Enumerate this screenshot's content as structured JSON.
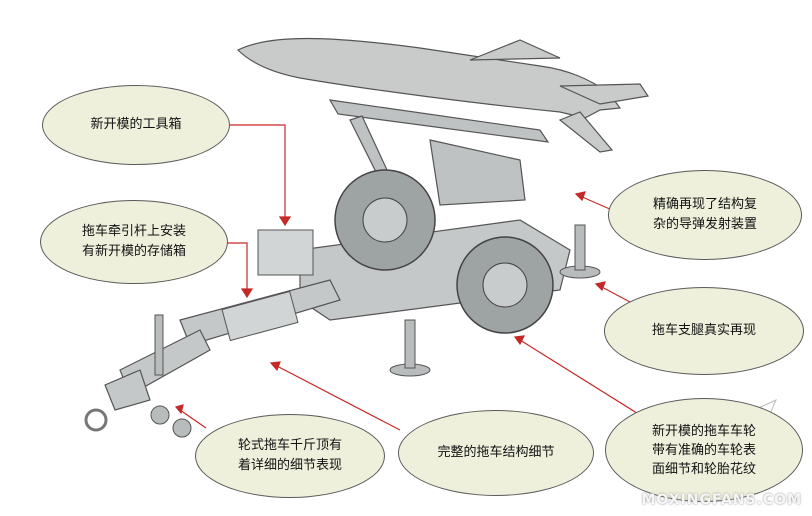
{
  "callouts": {
    "toolbox": {
      "line1": "新开模的工具箱"
    },
    "storage_box": {
      "line1": "拖车牵引杆上安装",
      "line2": "有新开模的存储箱"
    },
    "jack_detail": {
      "line1": "轮式拖车千斤顶有",
      "line2": "着详细的细节表现"
    },
    "trailer_detail": {
      "line1": "完整的拖车结构细节"
    },
    "launcher": {
      "line1": "精确再现了结构复",
      "line2": "杂的导弹发射装置"
    },
    "legs": {
      "line1": "拖车支腿真实再现"
    },
    "wheels": {
      "line1": "新开模的拖车车轮",
      "line2": "带有准确的车轮表",
      "line3": "面细节和轮胎花纹"
    }
  },
  "watermark": "MOXINGFANS.COM",
  "colors": {
    "callout_fill": "#eef0dc",
    "leader_line": "#c62828"
  }
}
